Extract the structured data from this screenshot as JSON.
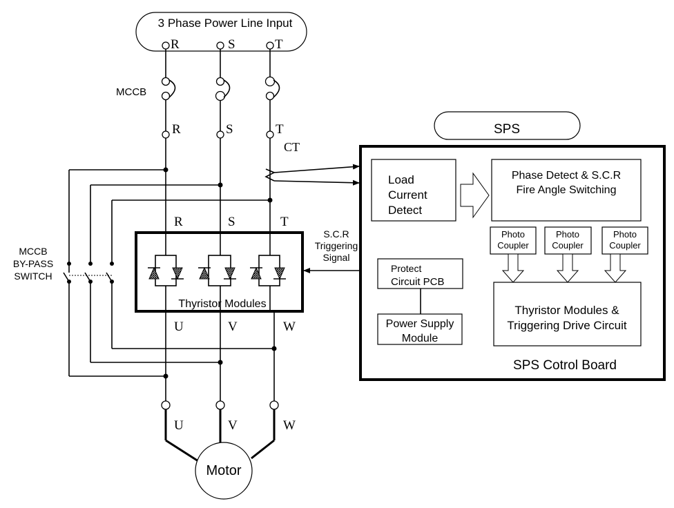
{
  "power_input": {
    "label": "3 Phase Power Line Input"
  },
  "phases": {
    "input": [
      "R",
      "S",
      "T"
    ],
    "output": [
      "U",
      "V",
      "W"
    ]
  },
  "mccb": {
    "label": "MCCB"
  },
  "bypass_switch": {
    "line1": "MCCB",
    "line2": "BY-PASS",
    "line3": "SWITCH"
  },
  "ct": {
    "label": "CT"
  },
  "thyristor_modules": {
    "label": "Thyristor Modules"
  },
  "scr_signal": {
    "line1": "S.C.R",
    "line2": "Triggering",
    "line3": "Signal"
  },
  "motor": {
    "label": "Motor"
  },
  "sps": {
    "title": "SPS",
    "load_current": {
      "line1": "Load",
      "line2": "Current",
      "line3": "Detect"
    },
    "phase_detect": {
      "line1": "Phase Detect  & S.C.R",
      "line2": "Fire Angle Switching"
    },
    "photo_couplers": [
      {
        "line1": "Photo",
        "line2": "Coupler"
      },
      {
        "line1": "Photo",
        "line2": "Coupler"
      },
      {
        "line1": "Photo",
        "line2": "Coupler"
      }
    ],
    "protect_circuit": {
      "line1": "Protect",
      "line2": "Circuit  PCB"
    },
    "power_supply": {
      "line1": "Power Supply",
      "line2": "Module"
    },
    "drive_circuit": {
      "line1": "Thyristor  Modules  &",
      "line2": "Triggering Drive Circuit"
    },
    "board_label": "SPS   Cotrol   Board"
  }
}
